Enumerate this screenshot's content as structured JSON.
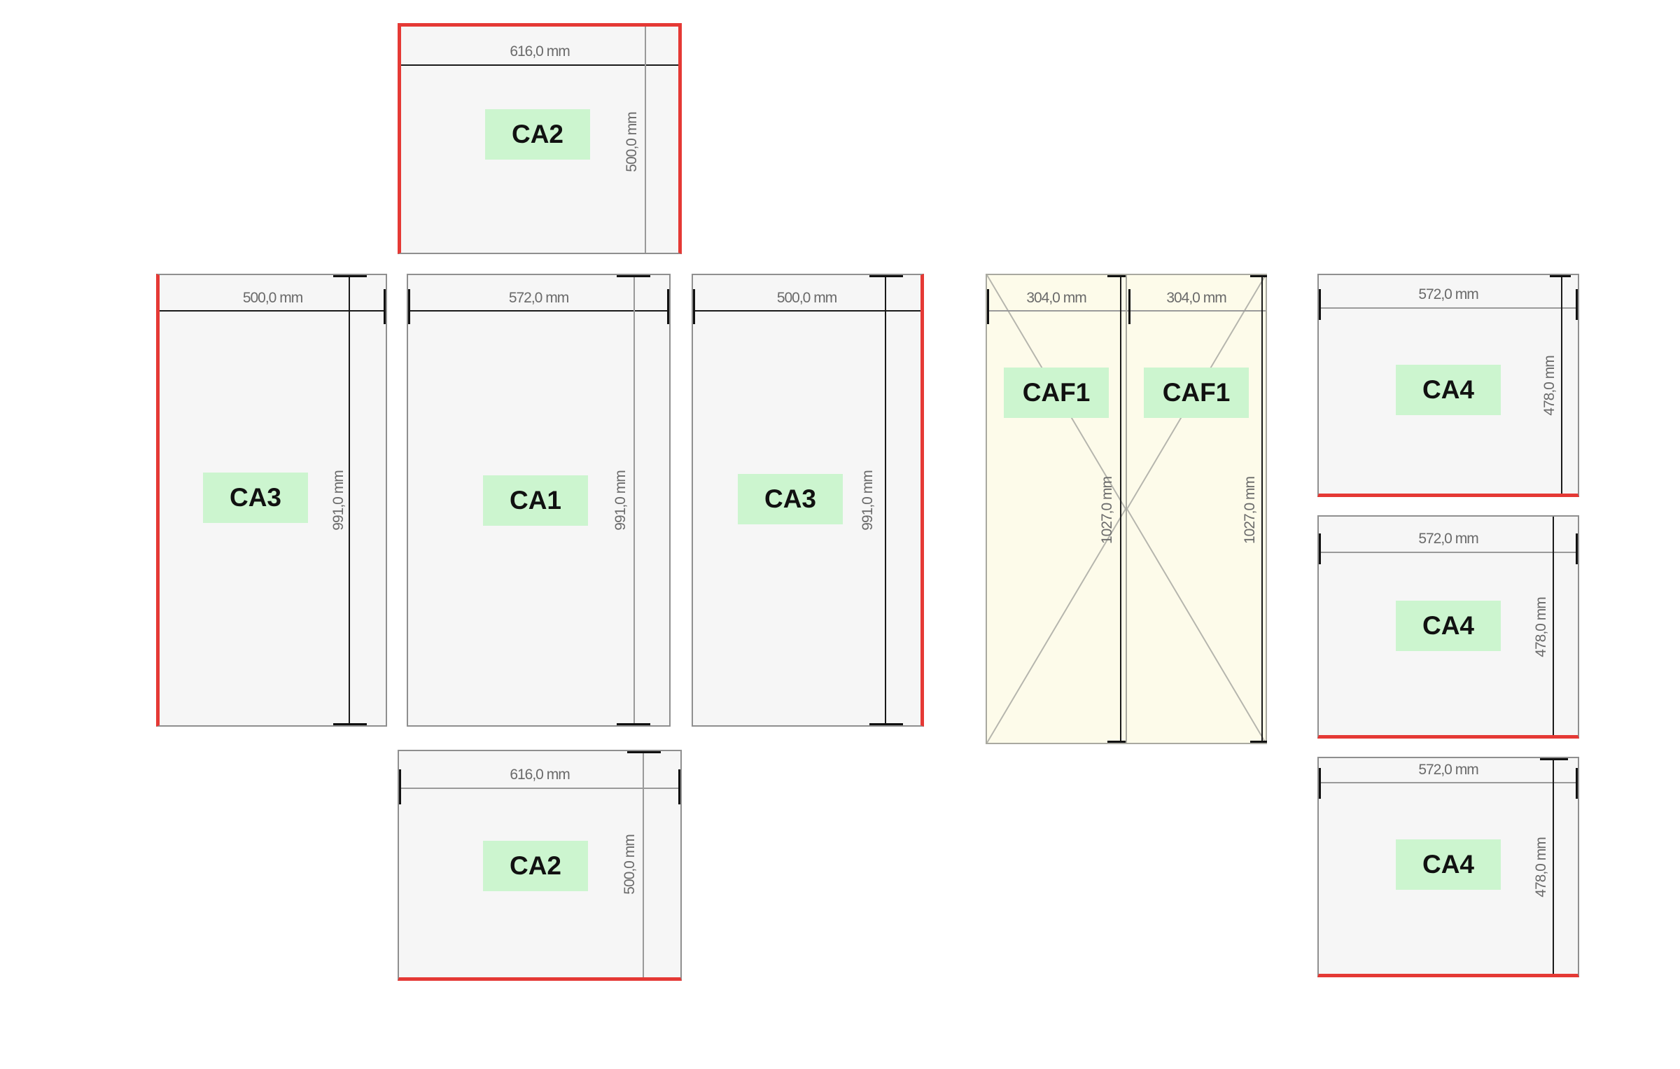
{
  "panels": {
    "ca2_top": {
      "tag": "CA2",
      "width": "616,0 mm",
      "height": "500,0 mm"
    },
    "ca3_left": {
      "tag": "CA3",
      "width": "500,0 mm",
      "height": "991,0 mm"
    },
    "ca1": {
      "tag": "CA1",
      "width": "572,0 mm",
      "height": "991,0 mm"
    },
    "ca3_right": {
      "tag": "CA3",
      "width": "500,0 mm",
      "height": "991,0 mm"
    },
    "ca2_bottom": {
      "tag": "CA2",
      "width": "616,0 mm",
      "height": "500,0 mm"
    },
    "caf1_left": {
      "tag": "CAF1",
      "width": "304,0 mm",
      "height": "1027,0 mm"
    },
    "caf1_right": {
      "tag": "CAF1",
      "width": "304,0 mm",
      "height": "1027,0 mm"
    },
    "ca4_top": {
      "tag": "CA4",
      "width": "572,0 mm",
      "height": "478,0 mm"
    },
    "ca4_middle": {
      "tag": "CA4",
      "width": "572,0 mm",
      "height": "478,0 mm"
    },
    "ca4_bottom": {
      "tag": "CA4",
      "width": "572,0 mm",
      "height": "478,0 mm"
    }
  },
  "colors": {
    "panel_fill": "#f6f6f6",
    "door_fill": "#fdfbea",
    "tag_fill": "#ccf5cf",
    "edge_banding": "#e53935",
    "dimension_text": "#6a6a6a"
  }
}
